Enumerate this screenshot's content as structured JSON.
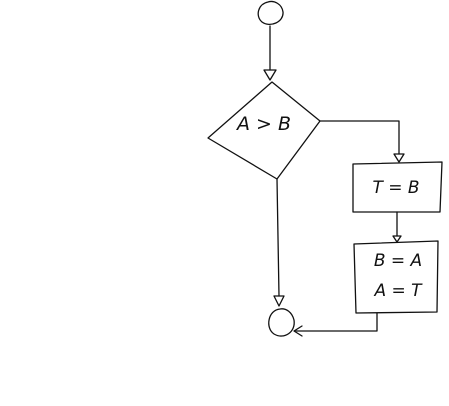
{
  "diagram": {
    "decision": {
      "text": "A > B"
    },
    "process_swap_temp": {
      "text": "T = B"
    },
    "process_assign": {
      "line1": "B = A",
      "line2": "A = T"
    }
  },
  "style": {
    "ink": "#111111",
    "background": "#ffffff"
  }
}
